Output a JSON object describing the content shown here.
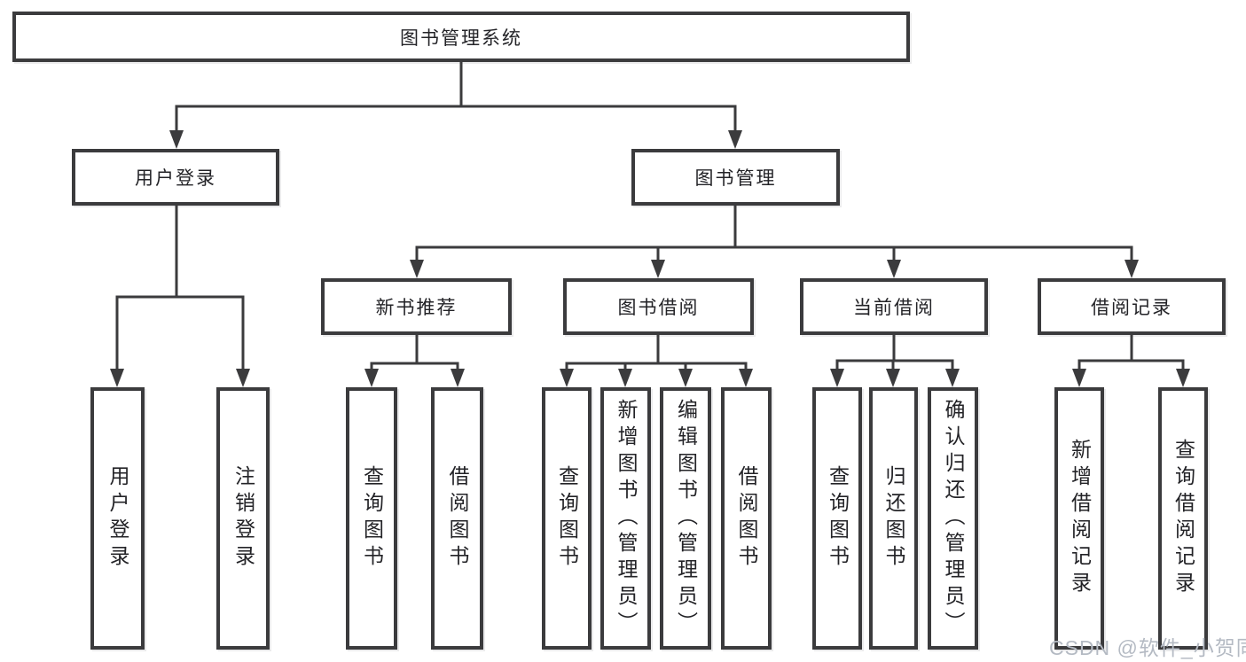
{
  "colors": {
    "line": "#3b3b3d",
    "text": "#232327",
    "watermark": "#b4bac3",
    "background": "#ffffff"
  },
  "tree": {
    "root": "图书管理系统",
    "level2": [
      {
        "label": "用户登录",
        "leaves": [
          "用户登录",
          "注销登录"
        ]
      },
      {
        "label": "图书管理",
        "children": [
          {
            "label": "新书推荐",
            "leaves": [
              "查询图书",
              "借阅图书"
            ]
          },
          {
            "label": "图书借阅",
            "leaves": [
              "查询图书",
              "新增图书（管理员）",
              "编辑图书（管理员）",
              "借阅图书"
            ]
          },
          {
            "label": "当前借阅",
            "leaves": [
              "查询图书",
              "归还图书",
              "确认归还（管理员）"
            ]
          },
          {
            "label": "借阅记录",
            "leaves": [
              "新增借阅记录",
              "查询借阅记录"
            ]
          }
        ]
      }
    ]
  },
  "watermark": "CSDN @软件_小贺同学"
}
